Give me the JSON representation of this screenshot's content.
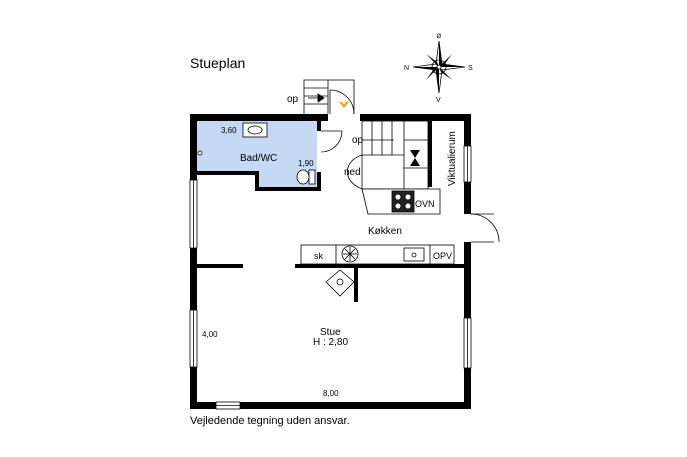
{
  "title": "Stueplan",
  "disclaimer": "Vejledende tegning uden ansvar.",
  "compass": {
    "n": "N",
    "s": "S",
    "v": "V",
    "o": "Ø"
  },
  "rooms": {
    "bath": {
      "name": "Bad/WC",
      "dim_a": "3,60",
      "dim_b": "1,90"
    },
    "pantry": {
      "name": "Viktualierum"
    },
    "kitchen": {
      "name": "Køkken",
      "oven": "OVN",
      "sink": "sk",
      "dishwasher": "OPV"
    },
    "living": {
      "name": "Stue",
      "height": "H : 2,80",
      "depth": "4,00",
      "width": "8,00"
    }
  },
  "stairs": {
    "up_outside": "op",
    "up_inside": "op",
    "down_inside": "ned"
  },
  "colors": {
    "wall": "#000000",
    "bath_fill": "#c5d9f4",
    "arrow": "#f0a500",
    "window": "#cfd3d6"
  }
}
